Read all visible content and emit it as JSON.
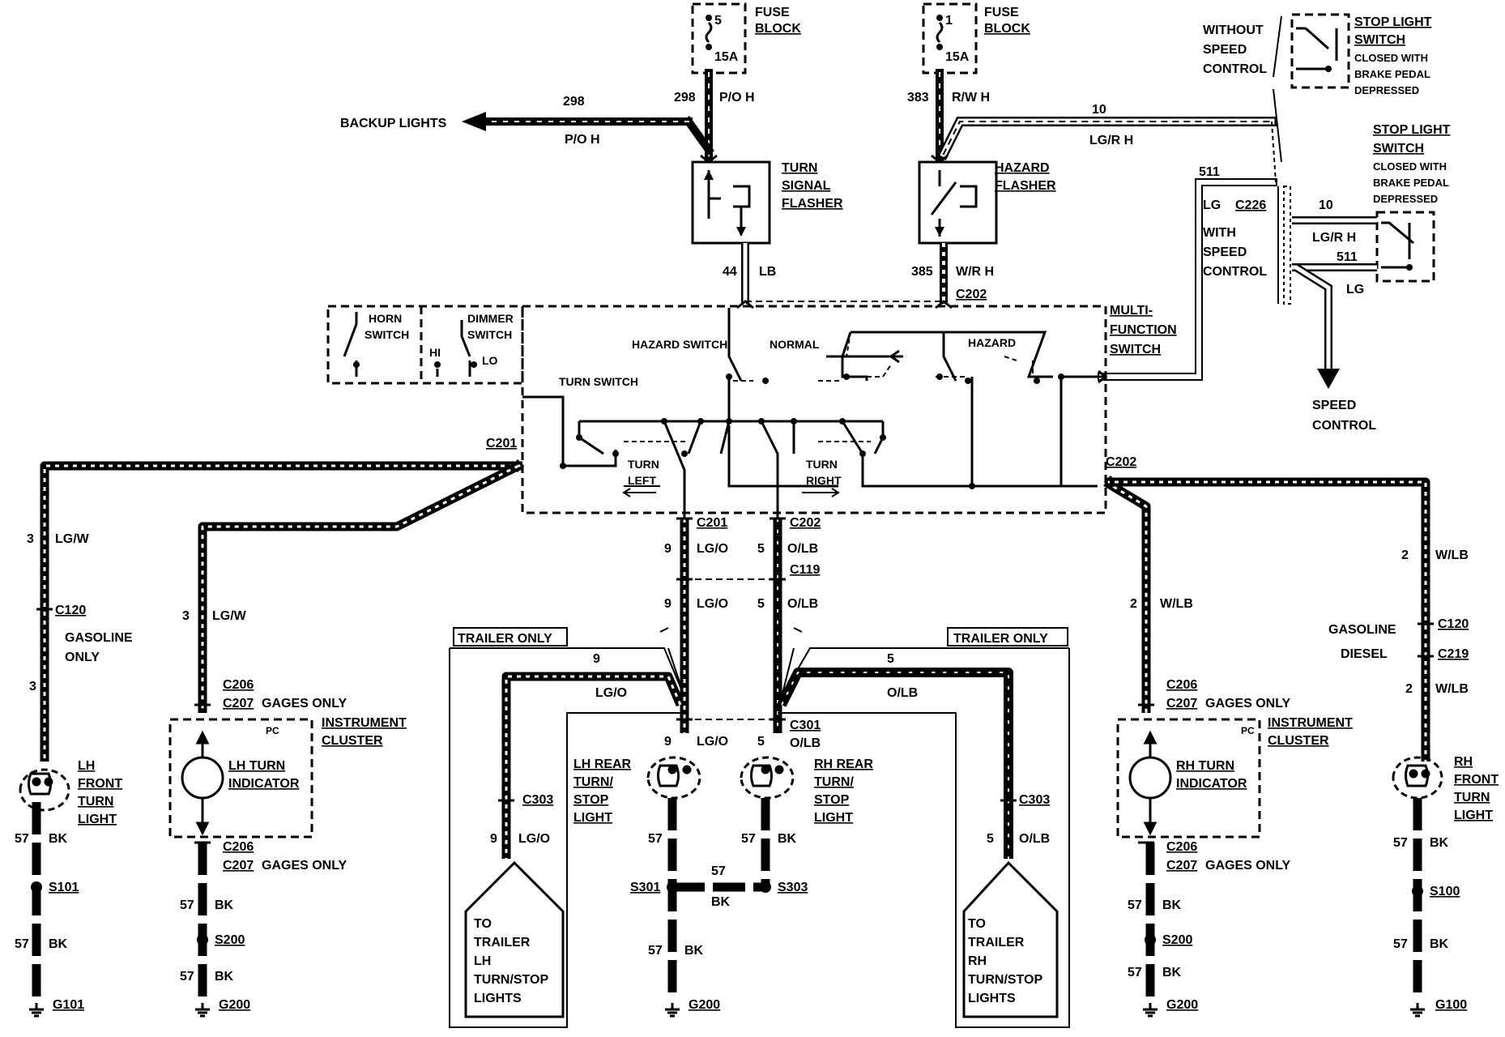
{
  "fuse_left": {
    "num": "5",
    "amp": "15A",
    "title1": "FUSE",
    "title2": "BLOCK"
  },
  "fuse_right": {
    "num": "1",
    "amp": "15A",
    "title1": "FUSE",
    "title2": "BLOCK"
  },
  "backup": {
    "label": "BACKUP LIGHTS",
    "circuit": "298",
    "color": "P/O H"
  },
  "w298": {
    "circuit": "298",
    "color": "P/O H"
  },
  "w383": {
    "circuit": "383",
    "color": "R/W H"
  },
  "w10_top": {
    "circuit": "10",
    "color": "LG/R H"
  },
  "w511": {
    "circuit": "511",
    "color": "LG",
    "conn": "C226"
  },
  "turn_flasher": {
    "l1": "TURN",
    "l2": "SIGNAL",
    "l3": "FLASHER"
  },
  "hazard_flasher": {
    "l1": "HAZARD",
    "l2": "FLASHER"
  },
  "w44": {
    "circuit": "44",
    "color": "LB"
  },
  "w385": {
    "circuit": "385",
    "color": "W/R H",
    "conn": "C202"
  },
  "without_sc": {
    "l1": "WITHOUT",
    "l2": "SPEED",
    "l3": "CONTROL"
  },
  "with_sc": {
    "l1": "WITH",
    "l2": "SPEED",
    "l3": "CONTROL"
  },
  "stop_sw1": {
    "l1": "STOP LIGHT",
    "l2": "SWITCH",
    "l3": "CLOSED WITH",
    "l4": "BRAKE PEDAL",
    "l5": "DEPRESSED"
  },
  "stop_sw2": {
    "l1": "STOP LIGHT",
    "l2": "SWITCH",
    "l3": "CLOSED WITH",
    "l4": "BRAKE PEDAL",
    "l5": "DEPRESSED"
  },
  "sc_box": {
    "w10": "10",
    "w10c": "LG/R H",
    "w511": "511",
    "w511c": "LG"
  },
  "speed_control": {
    "l1": "SPEED",
    "l2": "CONTROL"
  },
  "horn": {
    "l1": "HORN",
    "l2": "SWITCH"
  },
  "dimmer": {
    "l1": "DIMMER",
    "l2": "SWITCH",
    "hi": "HI",
    "lo": "LO"
  },
  "mfs": {
    "l1": "MULTI-",
    "l2": "FUNCTION",
    "l3": "SWITCH",
    "hazard_switch": "HAZARD SWITCH",
    "normal": "NORMAL",
    "hazard": "HAZARD",
    "turn_switch": "TURN SWITCH",
    "turn_left1": "TURN",
    "turn_left2": "LEFT",
    "turn_right1": "TURN",
    "turn_right2": "RIGHT"
  },
  "c201_left": "C201",
  "c202_right": "C202",
  "w3_top": {
    "circuit": "3",
    "color": "LG/W"
  },
  "c120_left": "C120",
  "gasoline_only": {
    "l1": "GASOLINE",
    "l2": "ONLY"
  },
  "w3_low": "3",
  "lh_front": {
    "l1": "LH",
    "l2": "FRONT",
    "l3": "TURN",
    "l4": "LIGHT"
  },
  "w57_bk": {
    "circuit": "57",
    "color": "BK"
  },
  "s101": "S101",
  "g101": "G101",
  "w3_cluster": {
    "circuit": "3",
    "color": "LG/W"
  },
  "c206": "C206",
  "c207_gages": "C207 GAGES ONLY",
  "c207": "C207",
  "gages_only": "GAGES ONLY",
  "pc": "PC",
  "instrument_cluster": {
    "l1": "INSTRUMENT",
    "l2": "CLUSTER"
  },
  "lh_turn_ind": {
    "l1": "LH TURN",
    "l2": "INDICATOR"
  },
  "rh_turn_ind": {
    "l1": "RH TURN",
    "l2": "INDICATOR"
  },
  "s200": "S200",
  "g200": "G200",
  "c201_mid": "C201",
  "c202_mid": "C202",
  "c119": "C119",
  "w9": {
    "circuit": "9",
    "color": "LG/O"
  },
  "w5": {
    "circuit": "5",
    "color": "O/LB"
  },
  "trailer_only": "TRAILER ONLY",
  "c301": {
    "a": "C301",
    "b": "O/LB"
  },
  "lh_rear": {
    "l1": "LH REAR",
    "l2": "TURN/",
    "l3": "STOP",
    "l4": "LIGHT"
  },
  "rh_rear": {
    "l1": "RH REAR",
    "l2": "TURN/",
    "l3": "STOP",
    "l4": "LIGHT"
  },
  "c303": "C303",
  "s301": "S301",
  "s303": "S303",
  "to_trailer_lh": {
    "l1": "TO",
    "l2": "TRAILER",
    "l3": "LH",
    "l4": "TURN/STOP",
    "l5": "LIGHTS"
  },
  "to_trailer_rh": {
    "l1": "TO",
    "l2": "TRAILER",
    "l3": "RH",
    "l4": "TURN/STOP",
    "l5": "LIGHTS"
  },
  "w2": {
    "circuit": "2",
    "color": "W/LB"
  },
  "gasoline": "GASOLINE",
  "diesel": "DIESEL",
  "c120_right": "C120",
  "c219": "C219",
  "rh_front": {
    "l1": "RH",
    "l2": "FRONT",
    "l3": "TURN",
    "l4": "LIGHT"
  },
  "s100": "S100",
  "g100": "G100"
}
